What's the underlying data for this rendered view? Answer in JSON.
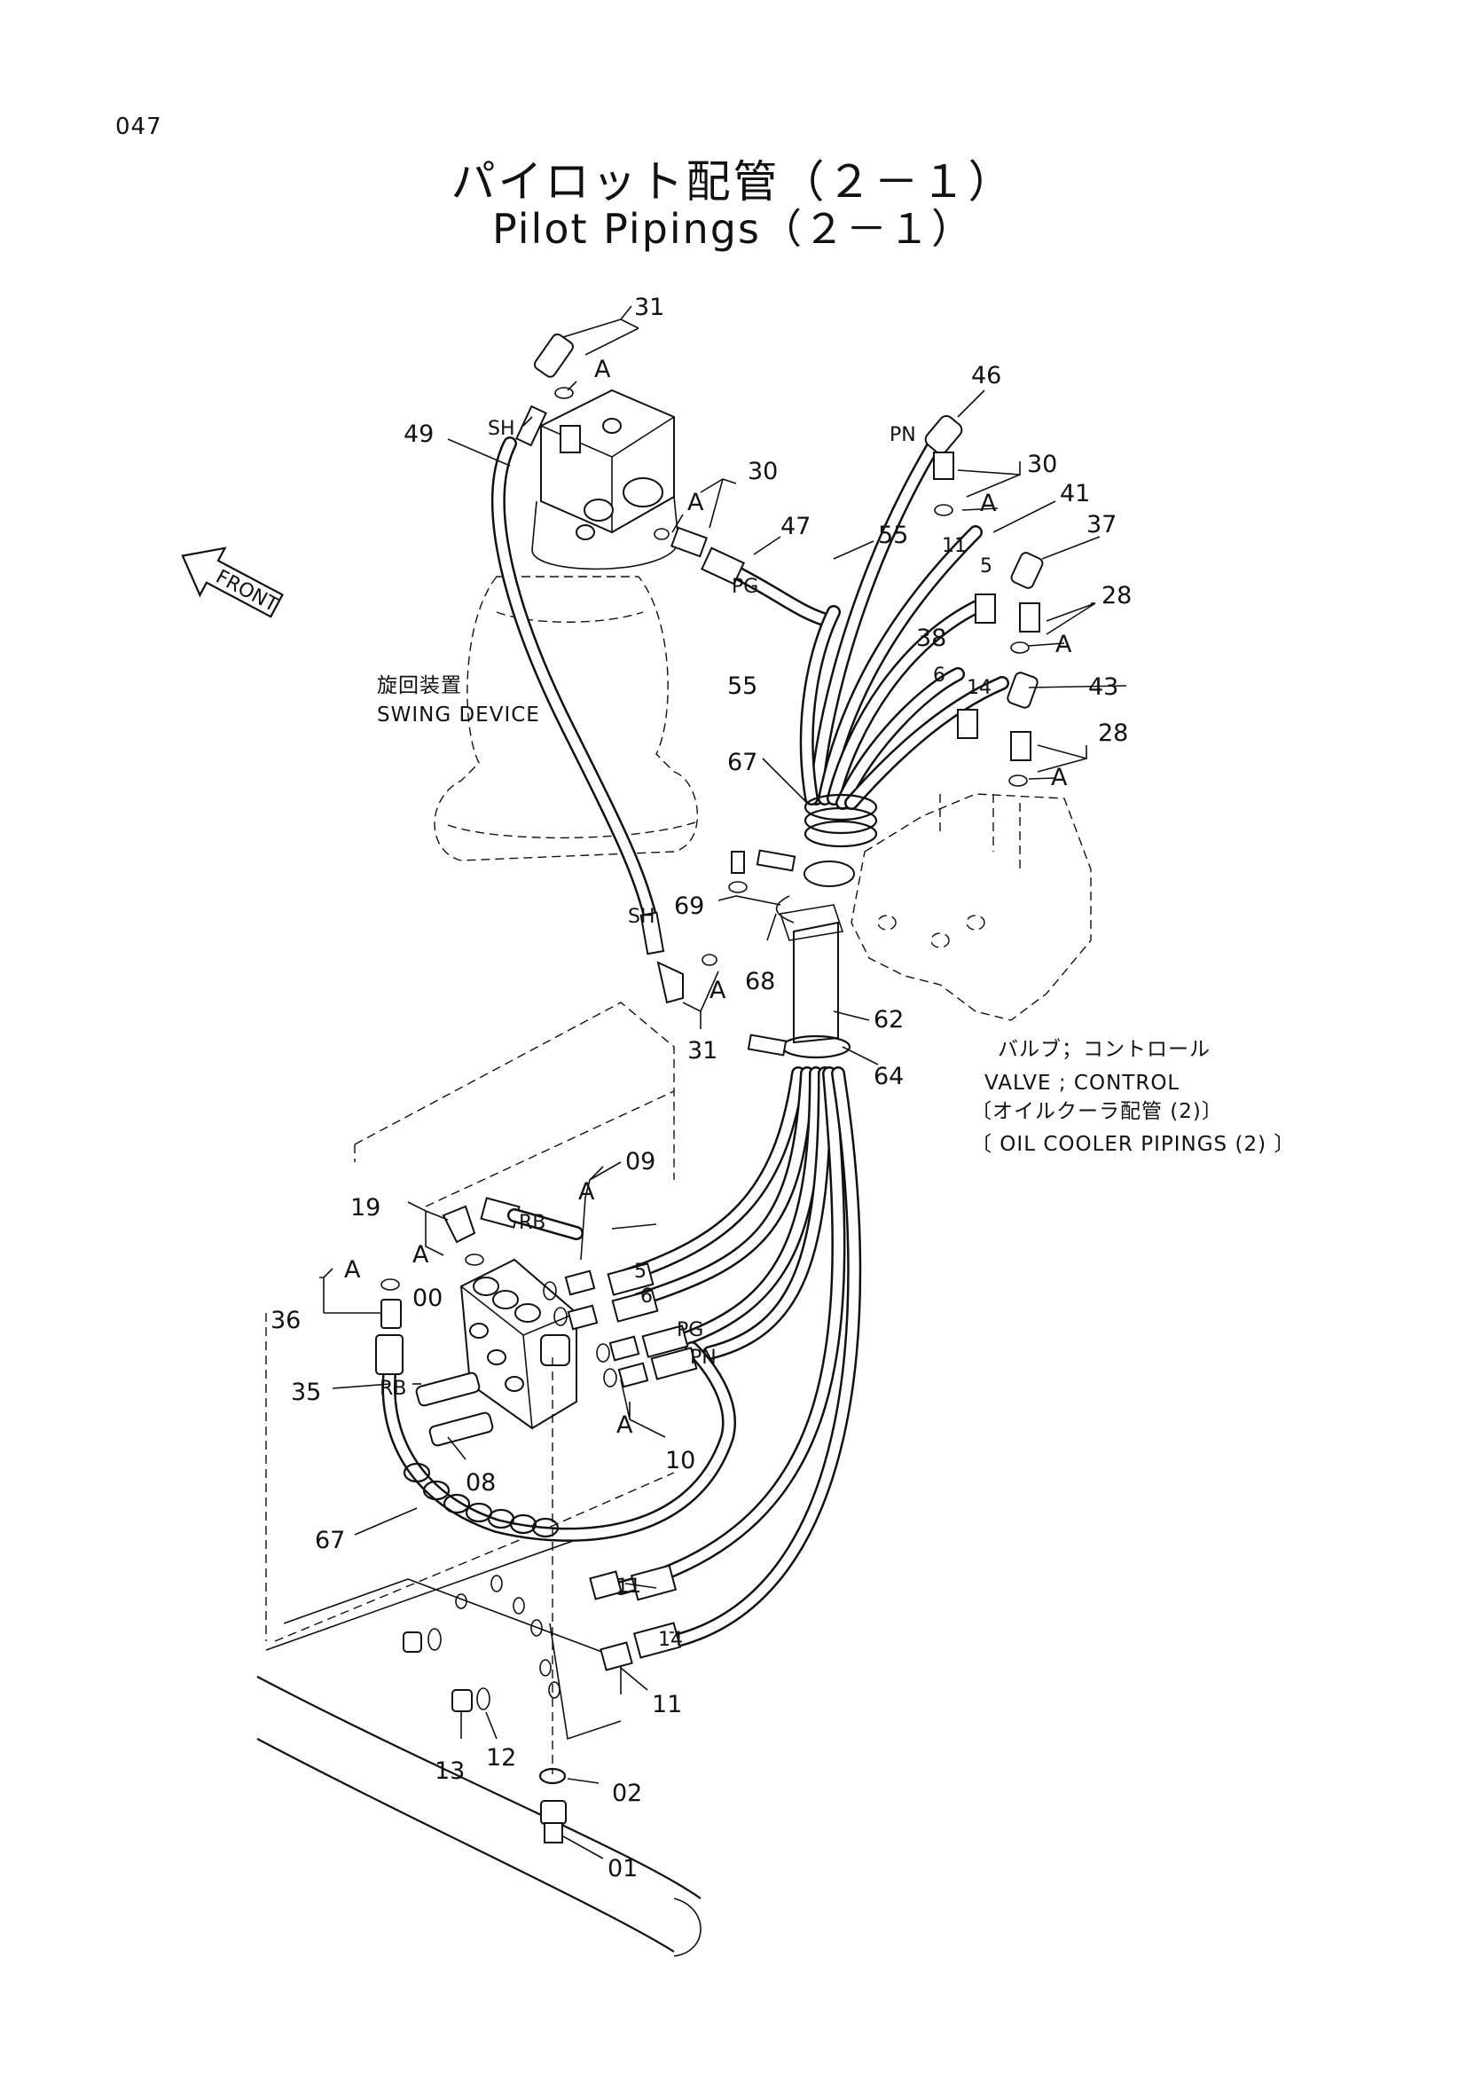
{
  "page_number": "047",
  "title_jp": "パイロット配管（２－１）",
  "title_en": "Pilot Pipings（２－１）",
  "front_label": "FRONT",
  "captions": {
    "swing_jp": "旋回装置",
    "swing_en": "SWING DEVICE",
    "valve_jp": "バルブ；コントロール",
    "valve_en": "VALVE ; CONTROL",
    "cooler_jp": "〔オイルクーラ配管 (2)〕",
    "cooler_en": "〔 OIL COOLER PIPINGS (2) 〕"
  },
  "callouts": [
    "31",
    "A",
    "SH",
    "49",
    "30",
    "A",
    "47",
    "PG",
    "55",
    "55",
    "46",
    "PN",
    "30",
    "A",
    "41",
    "37",
    "11",
    "5",
    "28",
    "A",
    "38",
    "6",
    "14",
    "43",
    "28",
    "A",
    "67",
    "69",
    "68",
    "62",
    "64",
    "SH",
    "A",
    "31",
    "09",
    "A",
    "19",
    "RB",
    "A",
    "5",
    "6",
    "00",
    "A",
    "36",
    "PG",
    "PN",
    "35",
    "RB",
    "08",
    "A",
    "10",
    "67",
    "11",
    "14",
    "11",
    "13",
    "12",
    "02",
    "01"
  ]
}
